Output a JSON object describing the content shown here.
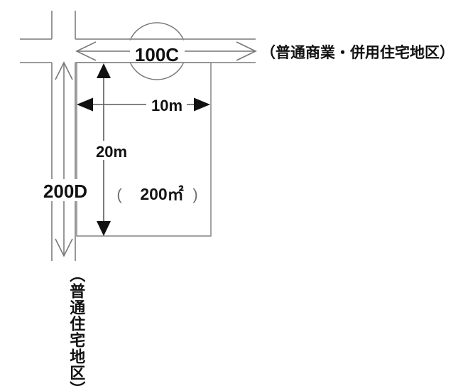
{
  "diagram": {
    "background": "#ffffff",
    "colors": {
      "road_line": "#8c8c8c",
      "open_arrow_line": "#777777",
      "dimension_line": "#5a5a5a",
      "arrowhead_fill": "#111111",
      "text": "#111111",
      "paren_muted": "#6f6f6f"
    },
    "horizontal_road": {
      "route_value": "100C",
      "district_label": "（普通商業・併用住宅地区）"
    },
    "vertical_road": {
      "route_value": "200D",
      "district_label": "（普通住宅地区）"
    },
    "plot": {
      "frontage_label": "10m",
      "depth_label": "20m",
      "area_paren_open": "(",
      "area_value": "200㎡",
      "area_paren_close": ")"
    }
  }
}
